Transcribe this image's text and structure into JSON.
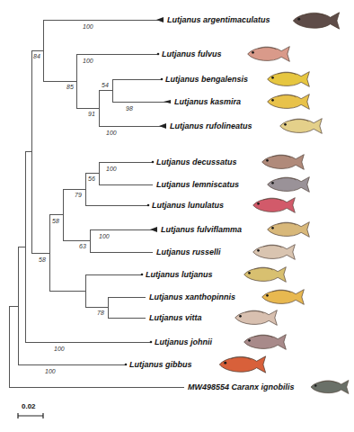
{
  "diagram": {
    "labels": [
      "Lutjanus argentimaculatus",
      "84",
      "100",
      "Lutjanus fulvus",
      "100",
      "85",
      "Lutjanus bengalensis",
      "54",
      "Lutjanus kasmira",
      "98",
      "91",
      "Lutjanus rufolineatus",
      "100",
      "Lutjanus decussatus",
      "100",
      "56",
      "Lutjanus lemniscatus",
      "79",
      "Lutjanus lunulatus",
      "Lutjanus fulviflamma",
      "100",
      "63",
      "Lutjanus russelli",
      "58",
      "58",
      "Lutjanus lutjanus",
      "Lutjanus xanthopinnis",
      "78",
      "Lutjanus vitta",
      "Lutjanus johnii",
      "100",
      "Lutjanus gibbus",
      "100",
      "MW498554 Caranx ignobilis",
      "0.02"
    ]
  }
}
